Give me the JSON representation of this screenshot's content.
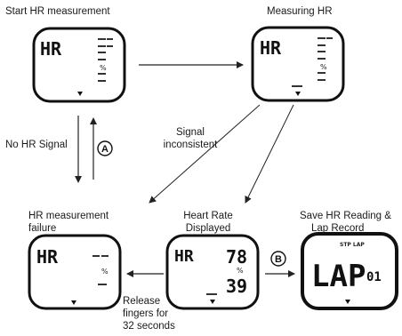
{
  "labels": {
    "start": "Start HR measurement",
    "measuring": "Measuring HR",
    "no_signal": "No HR Signal",
    "signal_inconsistent_1": "Signal",
    "signal_inconsistent_2": "inconsistent",
    "failure_1": "HR measurement",
    "failure_2": "failure",
    "displayed_1": "Heart Rate",
    "displayed_2": "Displayed",
    "save_1": "Save HR Reading &",
    "save_2": "Lap Record",
    "release_1": "Release",
    "release_2": "fingers for",
    "release_3": "32 seconds"
  },
  "markers": {
    "a": "A",
    "b": "B"
  },
  "watch_screens": {
    "start": {
      "main": "HR",
      "small": "%"
    },
    "measuring": {
      "main": "HR",
      "small": "%"
    },
    "failure": {
      "main": "HR",
      "small": "%"
    },
    "displayed": {
      "main": "HR",
      "value_top": "78",
      "unit": "%",
      "value_bottom": "39"
    },
    "save": {
      "header": "STP LAP",
      "main": "LAP",
      "lap_no": "01"
    }
  }
}
